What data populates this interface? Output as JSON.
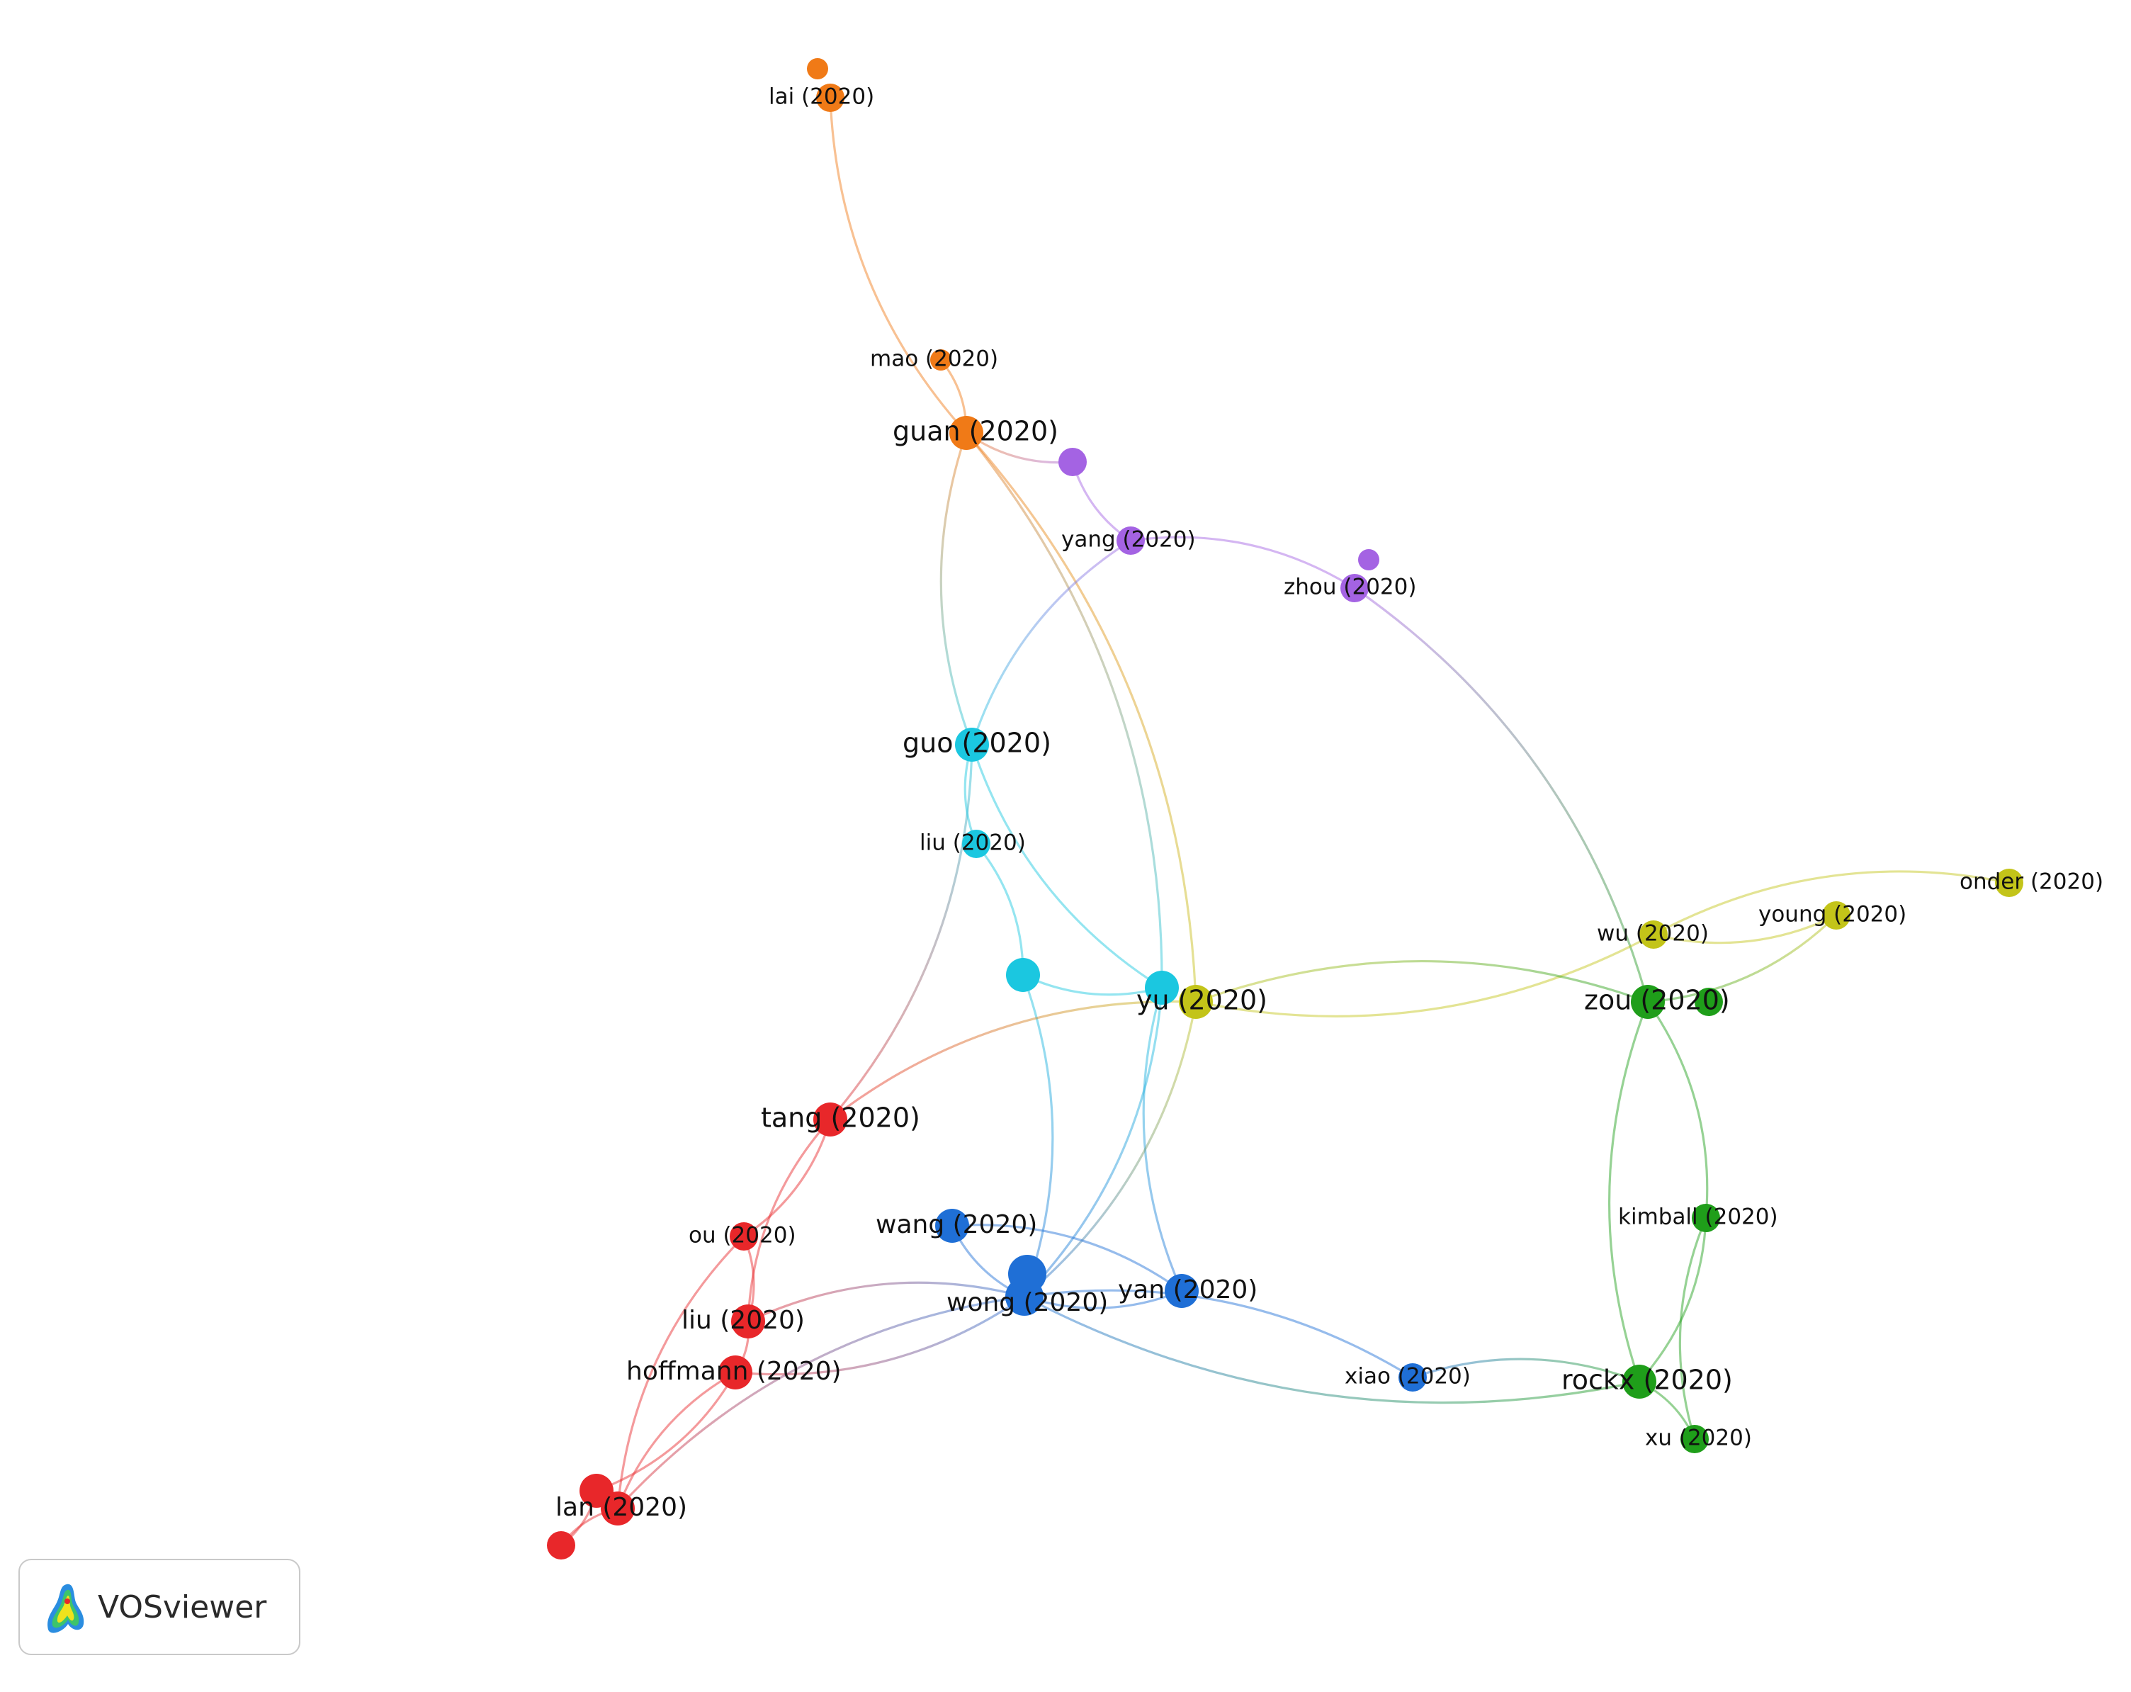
{
  "app": {
    "name": "VOSviewer",
    "logo_icon": "vosviewer-logo-icon"
  },
  "clusters": {
    "red": "#e8272a",
    "green": "#1f9e1a",
    "blue": "#1f6fd6",
    "yellow": "#c3c419",
    "purple": "#a463e3",
    "cyan": "#1bc7e0",
    "orange": "#f07a17"
  },
  "nodes": [
    {
      "id": "lai",
      "label": "lai (2020)",
      "cluster": "orange",
      "weight": 2
    },
    {
      "id": "lai2",
      "label": "",
      "cluster": "orange",
      "weight": 1
    },
    {
      "id": "mao",
      "label": "mao (2020)",
      "cluster": "orange",
      "weight": 1
    },
    {
      "id": "guan",
      "label": "guan (2020)",
      "cluster": "orange",
      "weight": 3
    },
    {
      "id": "p1",
      "label": "",
      "cluster": "purple",
      "weight": 2
    },
    {
      "id": "yang",
      "label": "yang (2020)",
      "cluster": "purple",
      "weight": 2
    },
    {
      "id": "p2",
      "label": "",
      "cluster": "purple",
      "weight": 1
    },
    {
      "id": "zhou",
      "label": "zhou (2020)",
      "cluster": "purple",
      "weight": 2
    },
    {
      "id": "guo",
      "label": "guo (2020)",
      "cluster": "cyan",
      "weight": 3
    },
    {
      "id": "liu_c",
      "label": "liu (2020)",
      "cluster": "cyan",
      "weight": 2
    },
    {
      "id": "c1",
      "label": "",
      "cluster": "cyan",
      "weight": 3
    },
    {
      "id": "yu_c",
      "label": "",
      "cluster": "cyan",
      "weight": 3
    },
    {
      "id": "yu",
      "label": "yu (2020)",
      "cluster": "yellow",
      "weight": 3
    },
    {
      "id": "wu",
      "label": "wu (2020)",
      "cluster": "yellow",
      "weight": 2
    },
    {
      "id": "young",
      "label": "young (2020)",
      "cluster": "yellow",
      "weight": 2
    },
    {
      "id": "onder",
      "label": "onder (2020)",
      "cluster": "yellow",
      "weight": 2
    },
    {
      "id": "zou",
      "label": "zou (2020)",
      "cluster": "green",
      "weight": 3
    },
    {
      "id": "zou2",
      "label": "",
      "cluster": "green",
      "weight": 2
    },
    {
      "id": "kimball",
      "label": "kimball (2020)",
      "cluster": "green",
      "weight": 2
    },
    {
      "id": "rockx",
      "label": "rockx (2020)",
      "cluster": "green",
      "weight": 3
    },
    {
      "id": "xu",
      "label": "xu (2020)",
      "cluster": "green",
      "weight": 2
    },
    {
      "id": "tang",
      "label": "tang (2020)",
      "cluster": "red",
      "weight": 3
    },
    {
      "id": "ou",
      "label": "ou (2020)",
      "cluster": "red",
      "weight": 2
    },
    {
      "id": "liu_r",
      "label": "liu  (2020)",
      "cluster": "red",
      "weight": 3
    },
    {
      "id": "hoffmann",
      "label": "hoffmann (2020)",
      "cluster": "red",
      "weight": 3
    },
    {
      "id": "lan",
      "label": "lan (2020)",
      "cluster": "red",
      "weight": 3
    },
    {
      "id": "lan2",
      "label": "",
      "cluster": "red",
      "weight": 3
    },
    {
      "id": "lan3",
      "label": "",
      "cluster": "red",
      "weight": 2
    },
    {
      "id": "wang",
      "label": "wang (2020)",
      "cluster": "blue",
      "weight": 3
    },
    {
      "id": "wong",
      "label": "wong (2020)",
      "cluster": "blue",
      "weight": 4
    },
    {
      "id": "wong2",
      "label": "",
      "cluster": "blue",
      "weight": 4
    },
    {
      "id": "yan",
      "label": "yan (2020)",
      "cluster": "blue",
      "weight": 3
    },
    {
      "id": "xiao",
      "label": "xiao (2020)",
      "cluster": "blue",
      "weight": 2
    }
  ],
  "edges": [
    [
      "lai",
      "guan"
    ],
    [
      "mao",
      "guan"
    ],
    [
      "guan",
      "p1"
    ],
    [
      "guan",
      "yu"
    ],
    [
      "guan",
      "guo"
    ],
    [
      "guan",
      "yu_c"
    ],
    [
      "p1",
      "yang"
    ],
    [
      "yang",
      "zhou"
    ],
    [
      "yang",
      "guo"
    ],
    [
      "zhou",
      "zou"
    ],
    [
      "guo",
      "yu_c"
    ],
    [
      "guo",
      "tang"
    ],
    [
      "guo",
      "liu_c"
    ],
    [
      "liu_c",
      "c1"
    ],
    [
      "c1",
      "yu_c"
    ],
    [
      "c1",
      "wong"
    ],
    [
      "yu_c",
      "yan"
    ],
    [
      "yu_c",
      "wong"
    ],
    [
      "yu",
      "wu"
    ],
    [
      "yu",
      "zou"
    ],
    [
      "yu",
      "tang"
    ],
    [
      "yu",
      "wong"
    ],
    [
      "wu",
      "young"
    ],
    [
      "wu",
      "onder"
    ],
    [
      "zou",
      "young"
    ],
    [
      "zou",
      "kimball"
    ],
    [
      "zou",
      "rockx"
    ],
    [
      "kimball",
      "rockx"
    ],
    [
      "kimball",
      "xu"
    ],
    [
      "rockx",
      "xu"
    ],
    [
      "rockx",
      "xiao"
    ],
    [
      "rockx",
      "wong"
    ],
    [
      "wang",
      "wong"
    ],
    [
      "wang",
      "yan"
    ],
    [
      "wong",
      "yan"
    ],
    [
      "wong",
      "xiao"
    ],
    [
      "wong",
      "liu_r"
    ],
    [
      "wong",
      "hoffmann"
    ],
    [
      "wong",
      "lan"
    ],
    [
      "tang",
      "ou"
    ],
    [
      "tang",
      "liu_r"
    ],
    [
      "ou",
      "liu_r"
    ],
    [
      "ou",
      "lan"
    ],
    [
      "liu_r",
      "hoffmann"
    ],
    [
      "hoffmann",
      "lan"
    ],
    [
      "hoffmann",
      "lan2"
    ],
    [
      "lan",
      "lan3"
    ],
    [
      "lan2",
      "lan3"
    ]
  ]
}
